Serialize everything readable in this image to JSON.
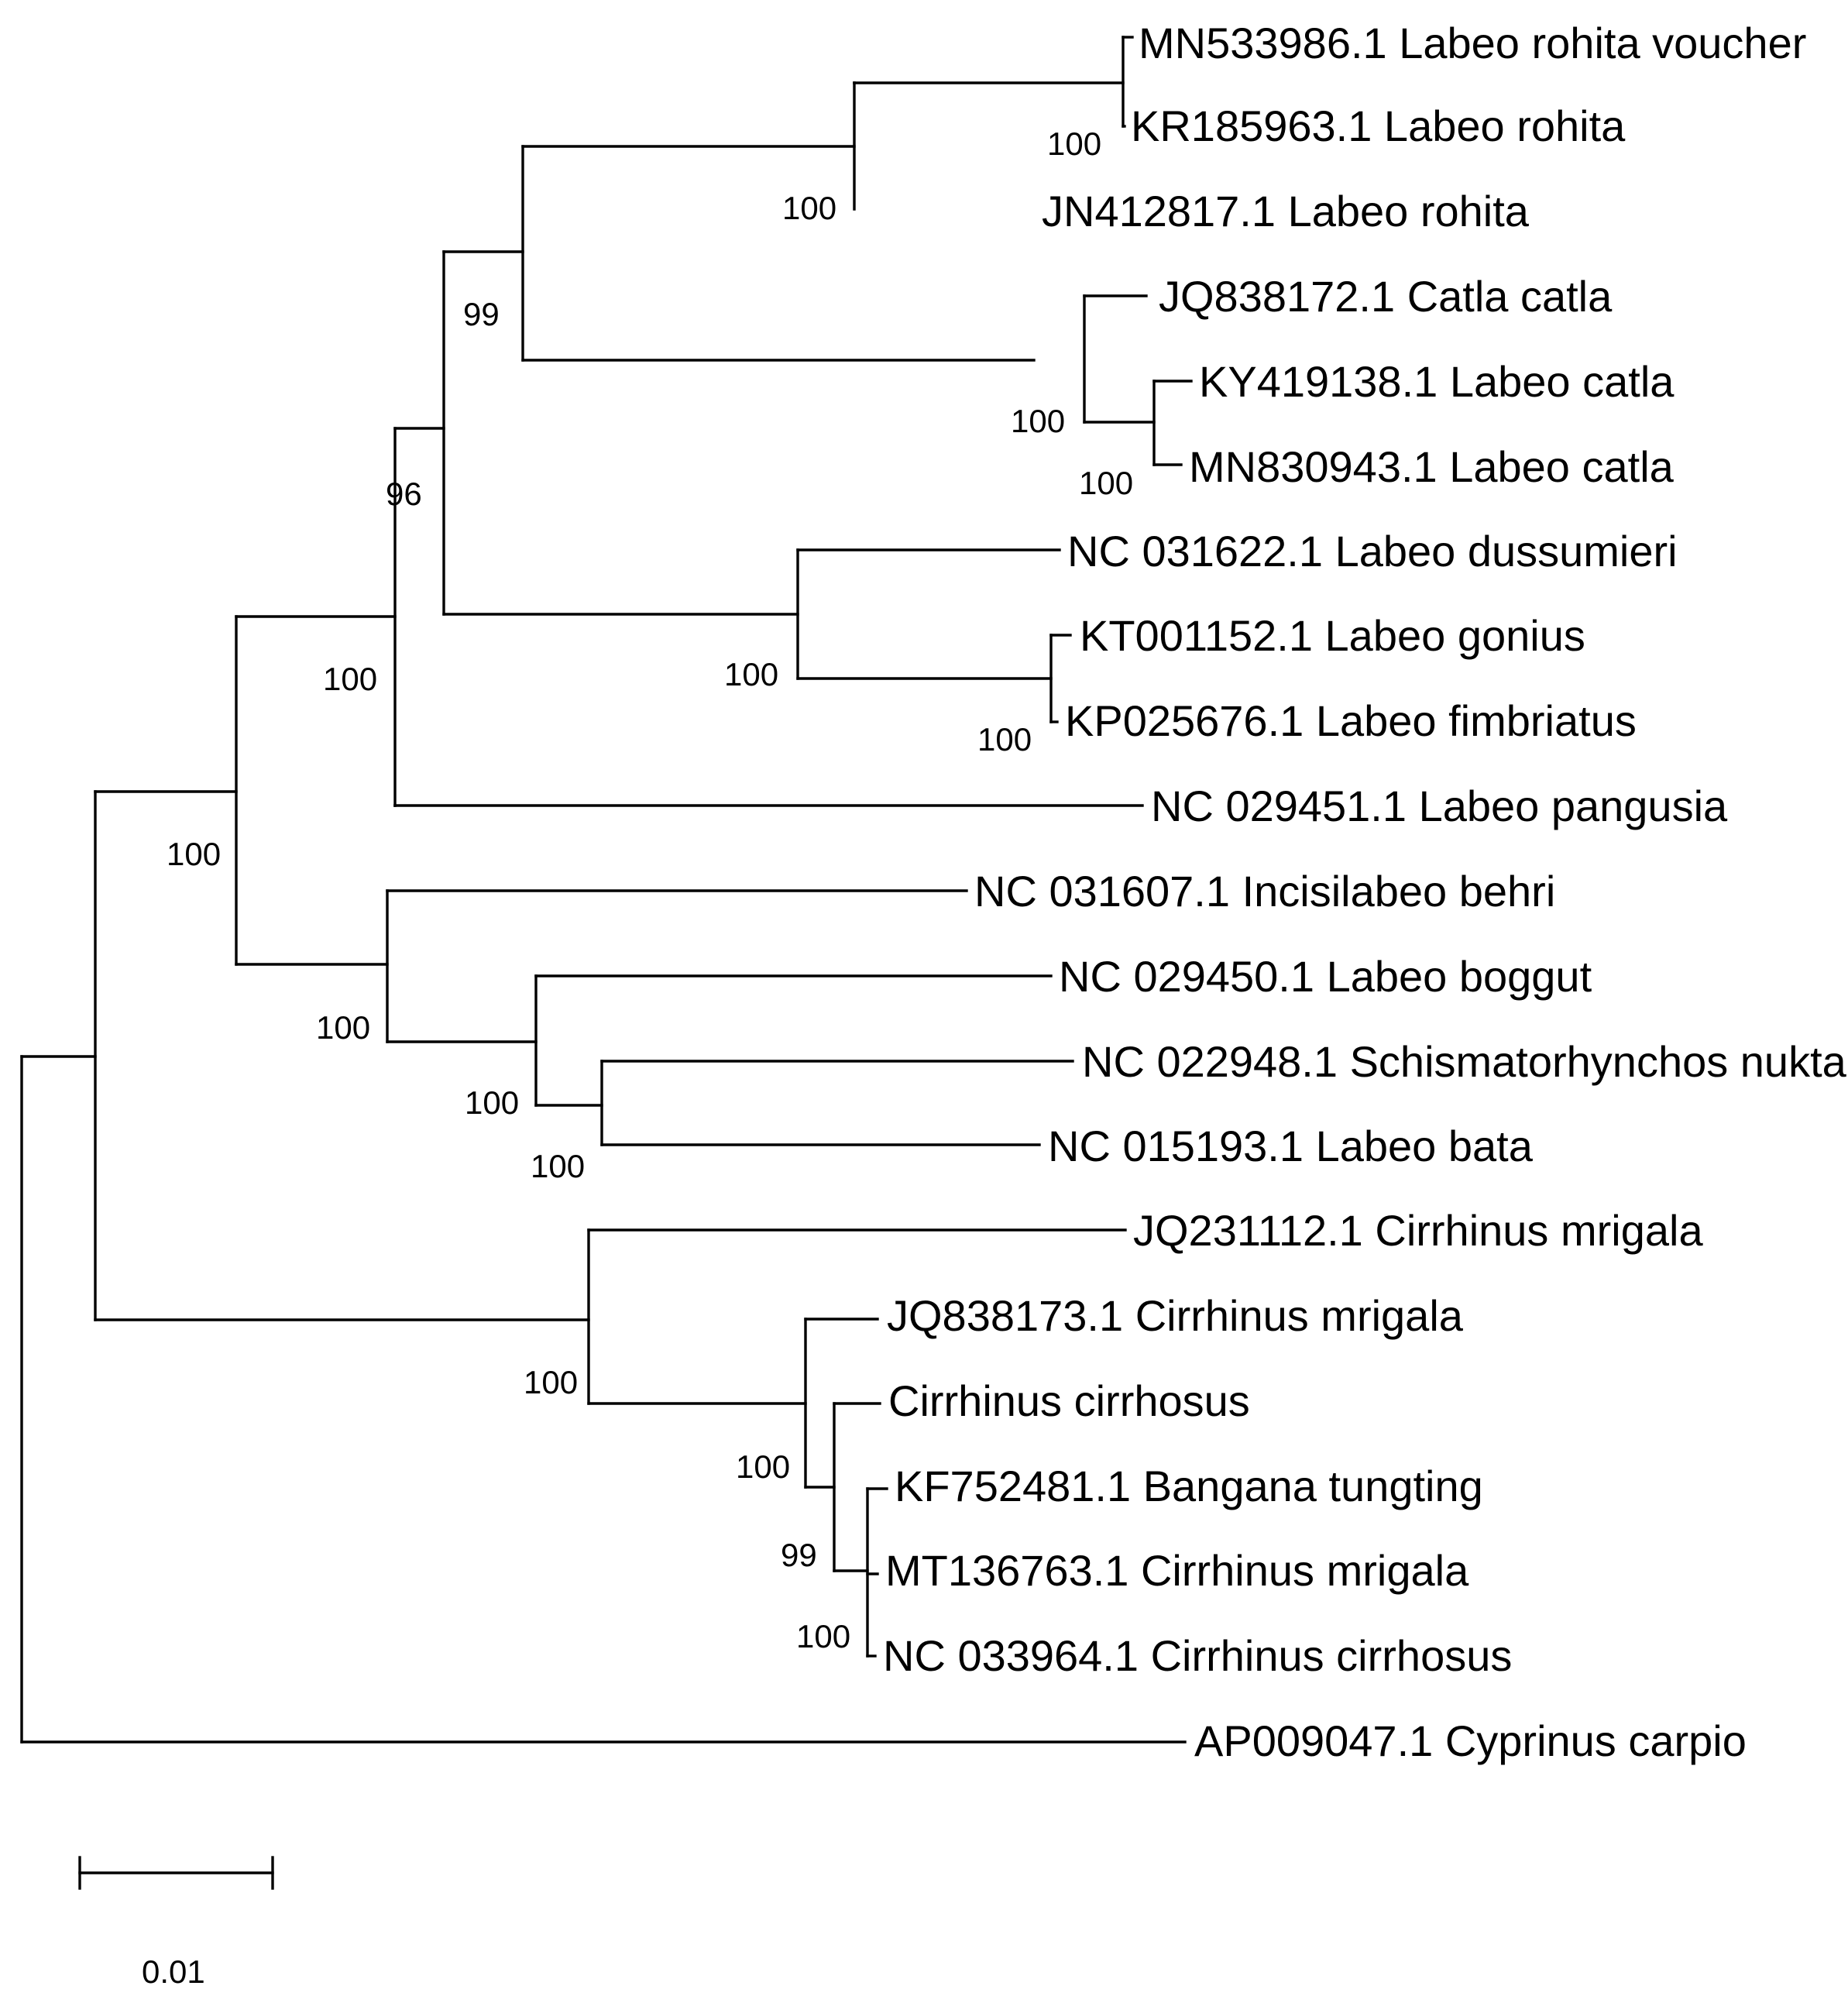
{
  "tree": {
    "leaves": [
      "MN533986.1 Labeo rohita voucher",
      "KR185963.1 Labeo rohita",
      "JN412817.1 Labeo rohita",
      "JQ838172.1 Catla catla",
      "KY419138.1 Labeo catla",
      "MN830943.1 Labeo catla",
      "NC 031622.1 Labeo dussumieri",
      "KT001152.1 Labeo gonius",
      "KP025676.1 Labeo fimbriatus",
      "NC 029451.1 Labeo pangusia",
      "NC 031607.1 Incisilabeo behri",
      "NC 029450.1 Labeo boggut",
      "NC 022948.1 Schismatorhynchos nukta",
      "NC 015193.1 Labeo bata",
      "JQ231112.1 Cirrhinus mrigala",
      "JQ838173.1 Cirrhinus mrigala",
      "Cirrhinus cirrhosus",
      "KF752481.1 Bangana tungting",
      "MT136763.1 Cirrhinus mrigala",
      "NC 033964.1 Cirrhinus cirrhosus",
      "AP009047.1 Cyprinus carpio"
    ],
    "bootstrap": {
      "rohita_pair": "100",
      "rohita_clade": "100",
      "rohita_catla": "99",
      "catla_clade": "100",
      "catla_pair": "100",
      "labeo_core": "96",
      "dussumieri_clade": "100",
      "gonius_pair": "100",
      "labeo_group": "100",
      "big_clade": "100",
      "incisilabeo_clade": "100",
      "boggut_clade": "100",
      "nukta_bata": "100",
      "cirrhinus_clade": "100",
      "cirrhinus_inner": "100",
      "cirrhosus_clade": "99",
      "tungting_clade": "100"
    }
  },
  "scale_bar": {
    "value": 0.01,
    "label": "0.01"
  }
}
